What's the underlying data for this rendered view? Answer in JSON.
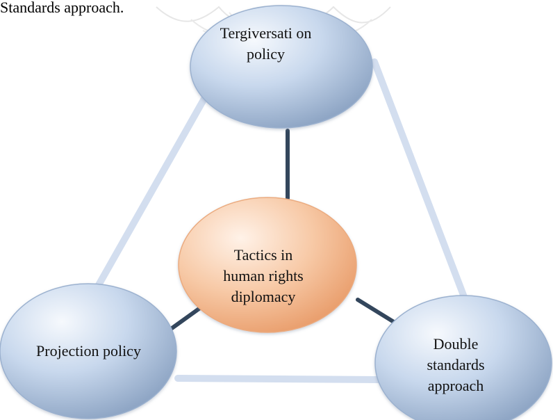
{
  "page": {
    "top_text": "Standards approach."
  },
  "diagram": {
    "nodes": {
      "top": "Tergiversati on policy",
      "center": "Tactics in human rights diplomacy",
      "left": "Projection policy",
      "right": "Double standards approach"
    }
  },
  "colors": {
    "blue_node": "#c8d8ed",
    "blue_node_dark": "#8fa6c5",
    "orange_node": "#f7c9a6",
    "orange_node_dark": "#e89a67",
    "frame_line": "#d3deef",
    "connector": "#33465c"
  }
}
